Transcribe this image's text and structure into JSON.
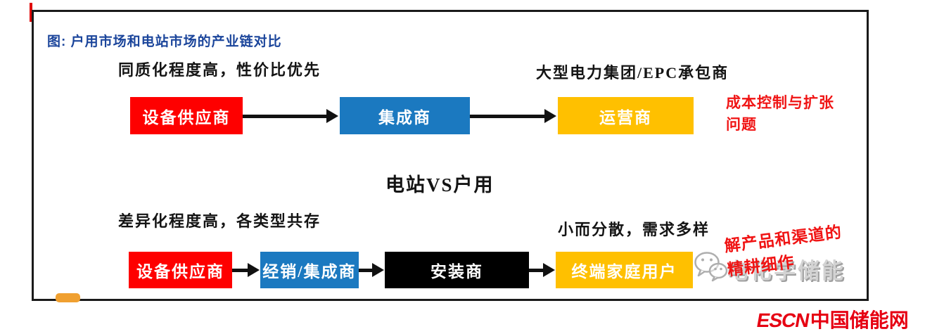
{
  "colors": {
    "title_blue": "#1b459b",
    "box_red": "#fe0000",
    "box_blue": "#1b79c0",
    "box_yellow": "#ffc000",
    "box_black": "#000000",
    "annotation_red": "#f01414",
    "escn_red": "#e60012",
    "watermark_gray": "#cccccc",
    "accent_orange": "#f0a030"
  },
  "figure": {
    "title": "图: 户用市场和电站市场的产业链对比",
    "vs_label": "电站VS户用"
  },
  "top_chain": {
    "label_left": "同质化程度高，性价比优先",
    "label_right": "大型电力集团/EPC承包商",
    "boxes": [
      {
        "label": "设备供应商"
      },
      {
        "label": "集成商"
      },
      {
        "label": "运营商"
      }
    ],
    "annotation_line1": "成本控制与扩张",
    "annotation_line2": "问题"
  },
  "bottom_chain": {
    "label_left": "差异化程度高，各类型共存",
    "label_right": "小而分散，需求多样",
    "boxes": [
      {
        "label": "设备供应商"
      },
      {
        "label": "经销/集成商"
      },
      {
        "label": "安装商"
      },
      {
        "label": "终端家庭用户"
      }
    ],
    "annotation_line1": "解产品和渠道的",
    "annotation_line2": "精耕细作"
  },
  "watermark": {
    "text": "电化学储能"
  },
  "footer": {
    "logo_escn": "ESCN",
    "logo_site": "中国储能网"
  }
}
